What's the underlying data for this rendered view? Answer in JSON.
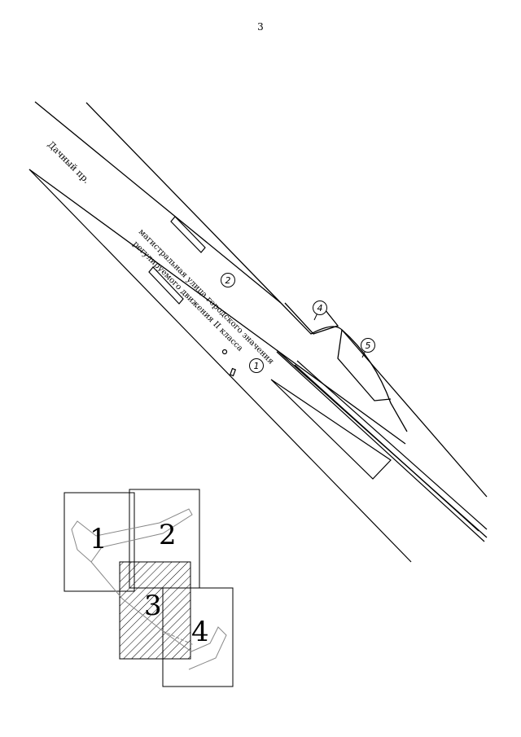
{
  "page": {
    "number": "3"
  },
  "map": {
    "street_name": "Дачный пр.",
    "road_label_line1": "магистральная улица городского значения",
    "road_label_line2": "регулируемого движения II класса",
    "markers": [
      "1",
      "2",
      "4",
      "5"
    ]
  },
  "sheet_index": {
    "sheets": [
      "1",
      "2",
      "3",
      "4"
    ],
    "highlighted_sheet": "3"
  },
  "footer": {
    "text": "_____ ___ ___ ________ ________ ___ _______"
  }
}
